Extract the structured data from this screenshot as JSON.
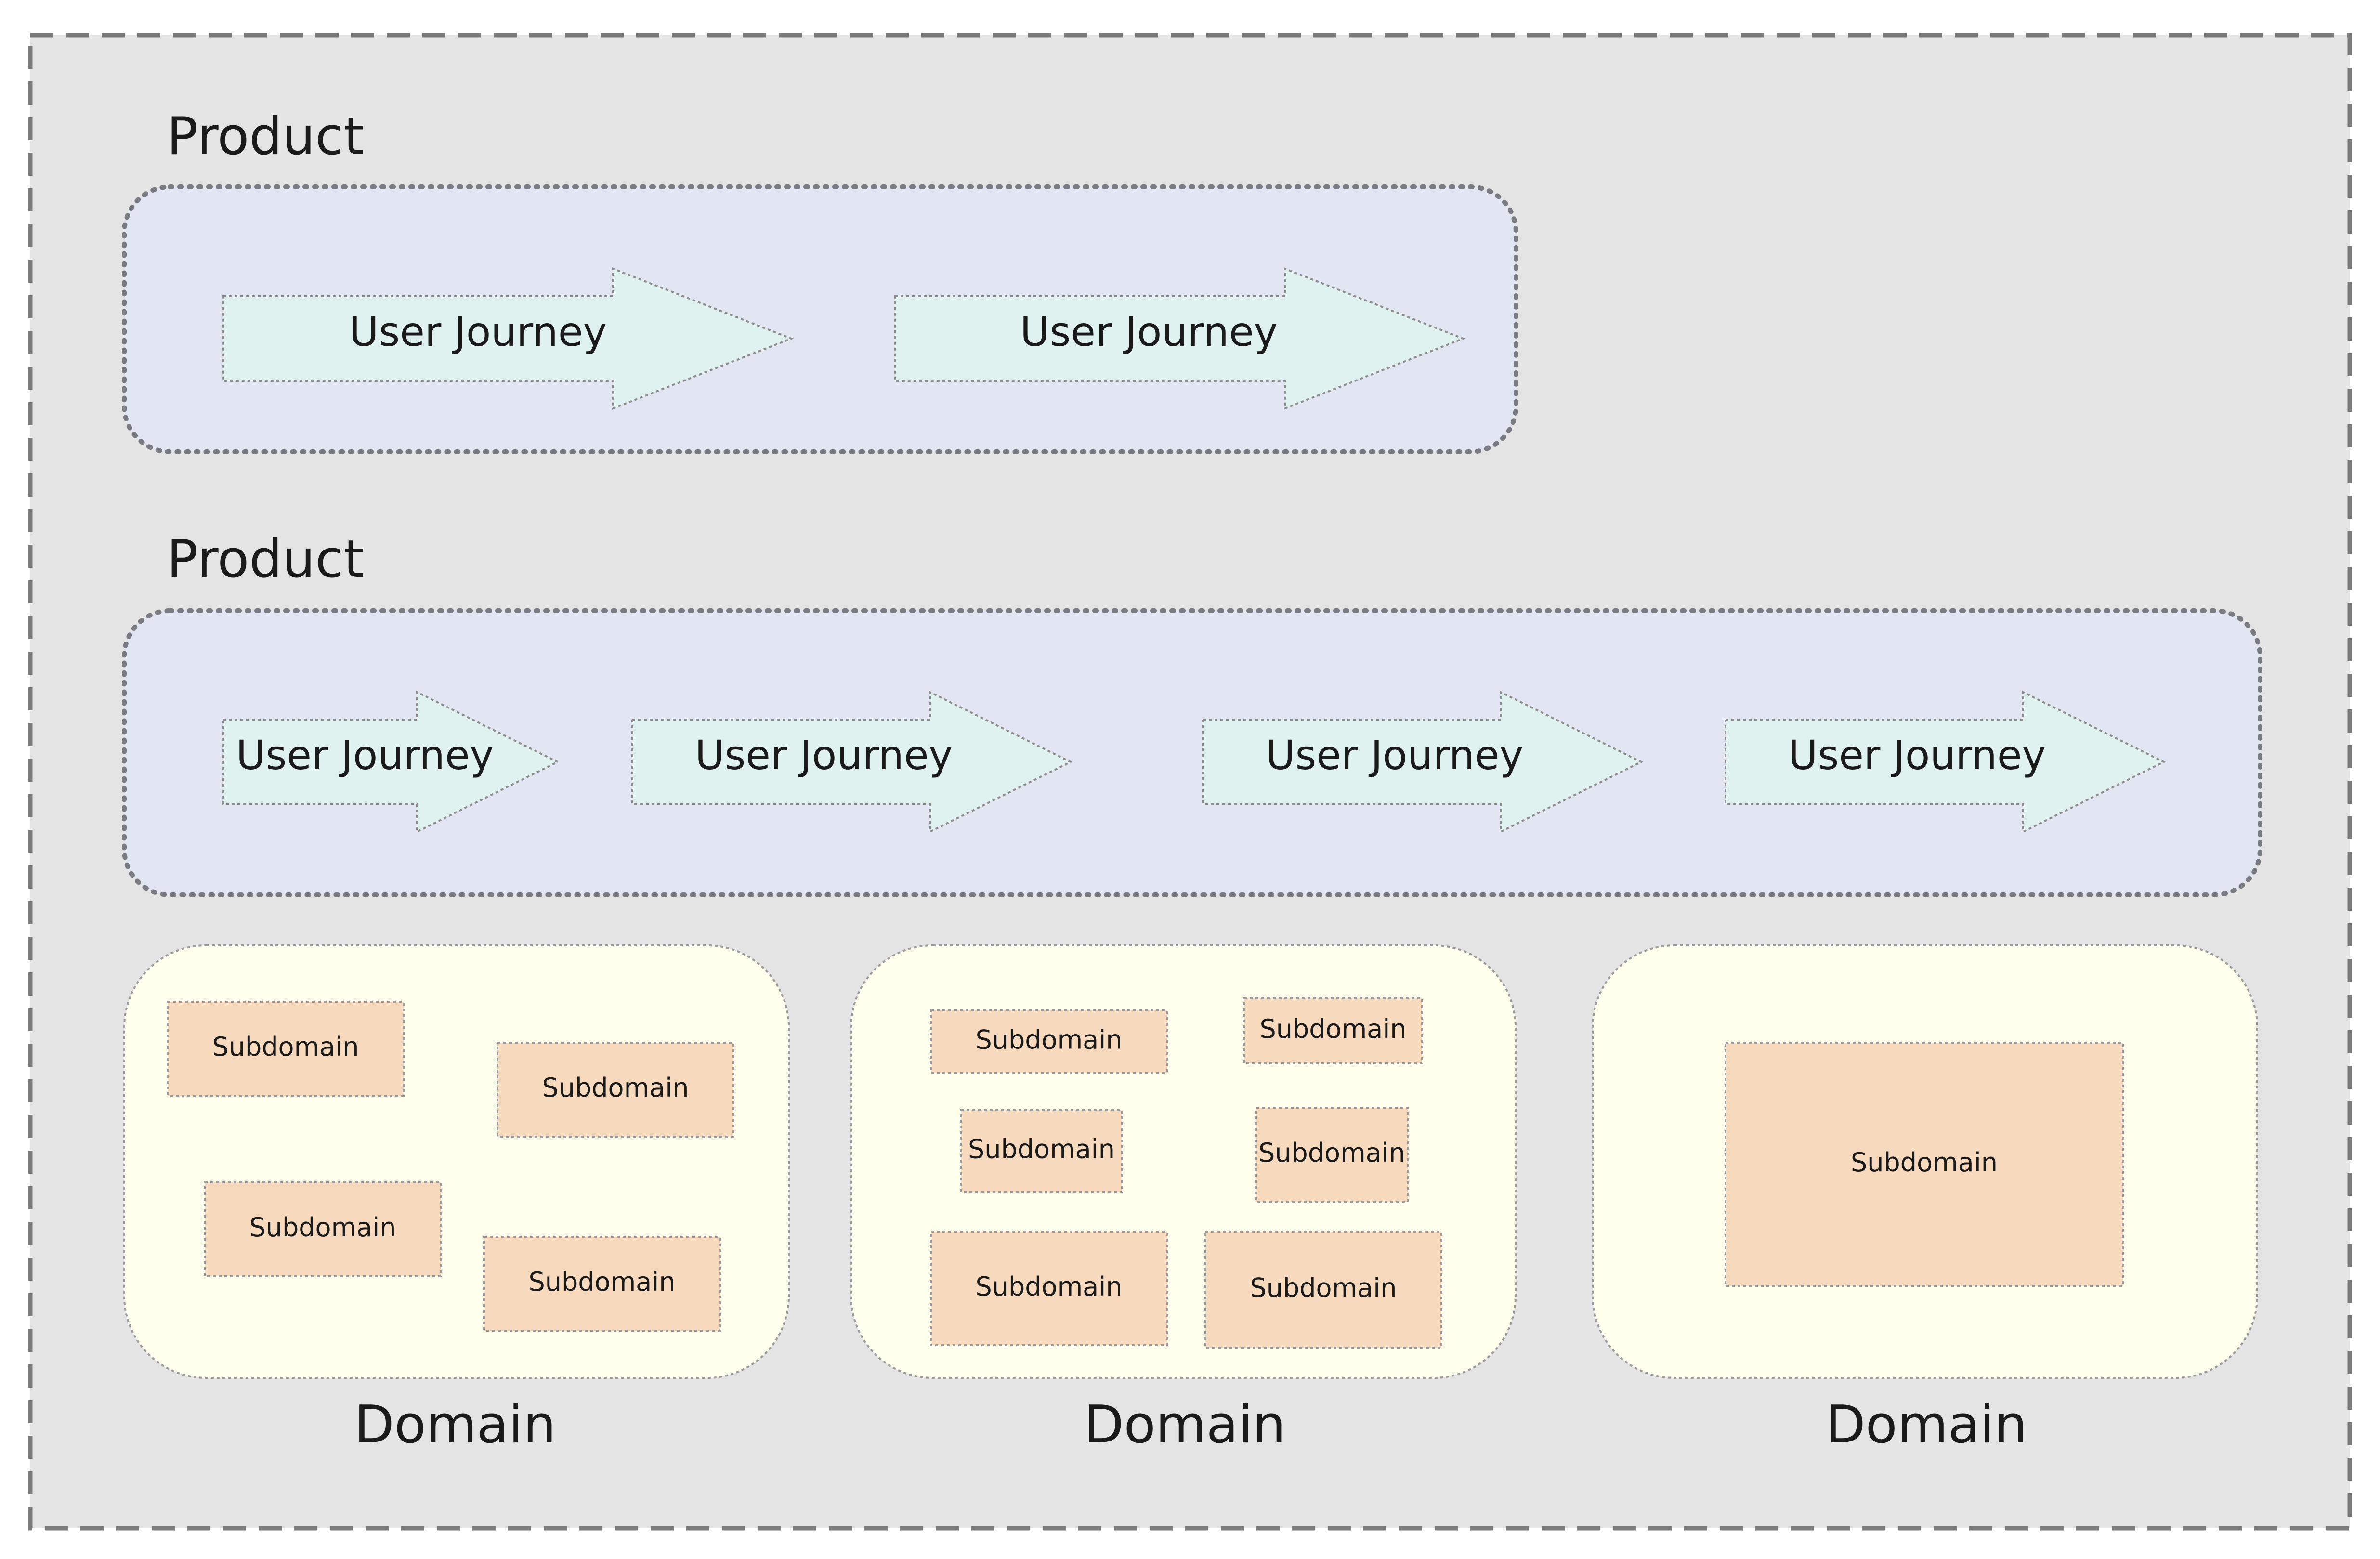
{
  "colors": {
    "outer_fill": "#e4e4e4",
    "outer_stroke": "#7a7a7a",
    "product_fill": "#e2e6f2",
    "product_stroke": "#7a7a82",
    "journey_fill": "#dff2f0",
    "journey_stroke": "#8c8c8c",
    "domain_fill": "#fefeec",
    "domain_stroke": "#9a9a9a",
    "subdomain_fill": "#f7dabd",
    "subdomain_stroke": "#9a9a9a",
    "text": "#1a1a1a"
  },
  "products": [
    {
      "label": "Product",
      "journeys": [
        "User Journey",
        "User Journey"
      ]
    },
    {
      "label": "Product",
      "journeys": [
        "User Journey",
        "User Journey",
        "User Journey",
        "User Journey"
      ]
    }
  ],
  "domains": [
    {
      "label": "Domain",
      "subdomains": [
        "Subdomain",
        "Subdomain",
        "Subdomain",
        "Subdomain"
      ]
    },
    {
      "label": "Domain",
      "subdomains": [
        "Subdomain",
        "Subdomain",
        "Subdomain",
        "Subdomain",
        "Subdomain",
        "Subdomain"
      ]
    },
    {
      "label": "Domain",
      "subdomains": [
        "Subdomain"
      ]
    }
  ]
}
